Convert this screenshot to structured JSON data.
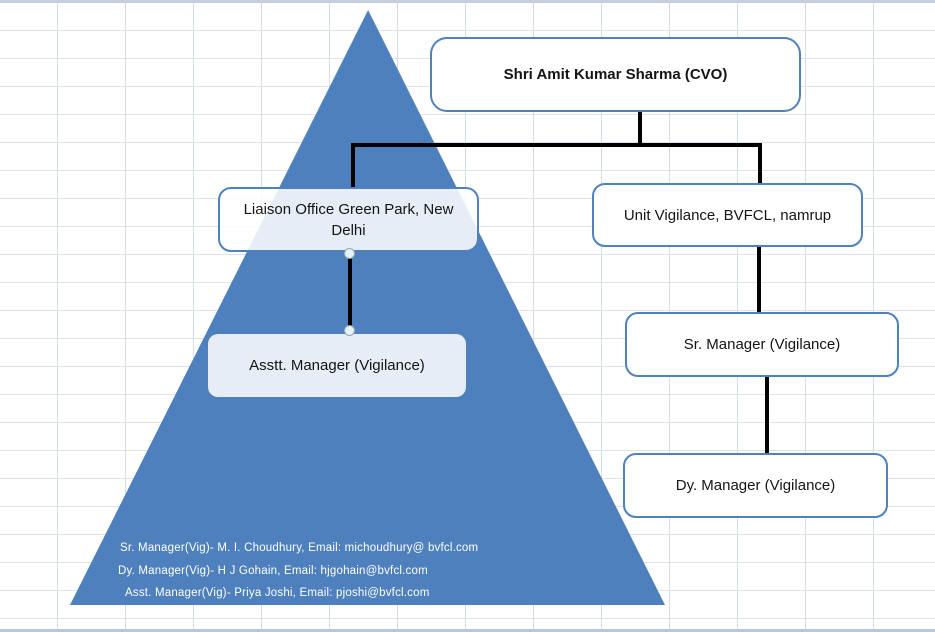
{
  "org_chart": {
    "nodes": {
      "cvo": {
        "label": "Shri Amit Kumar Sharma (CVO)"
      },
      "liaison": {
        "label": "Liaison Office Green Park, New Delhi"
      },
      "unit": {
        "label": "Unit Vigilance, BVFCL, namrup"
      },
      "asstt": {
        "label": "Asstt. Manager (Vigilance)"
      },
      "sr": {
        "label": "Sr. Manager (Vigilance)"
      },
      "dy": {
        "label": "Dy. Manager (Vigilance)"
      }
    },
    "edges": [
      {
        "from": "cvo",
        "to": "liaison"
      },
      {
        "from": "cvo",
        "to": "unit"
      },
      {
        "from": "liaison",
        "to": "asstt"
      },
      {
        "from": "unit",
        "to": "sr"
      },
      {
        "from": "sr",
        "to": "dy"
      }
    ],
    "contacts": [
      "Sr. Manager(Vig)- M. I. Choudhury,  Email: michoudhury@ bvfcl.com",
      "Dy. Manager(Vig)- H J Gohain, Email: hjgohain@bvfcl.com",
      "Asst. Manager(Vig)- Priya Joshi, Email: pjoshi@bvfcl.com"
    ],
    "colors": {
      "pyramid_fill": "#4d80bd",
      "node_border": "#4f81bd",
      "connector": "#000000",
      "gridline": "#d5dce9",
      "contact_text": "#ffffff"
    }
  }
}
